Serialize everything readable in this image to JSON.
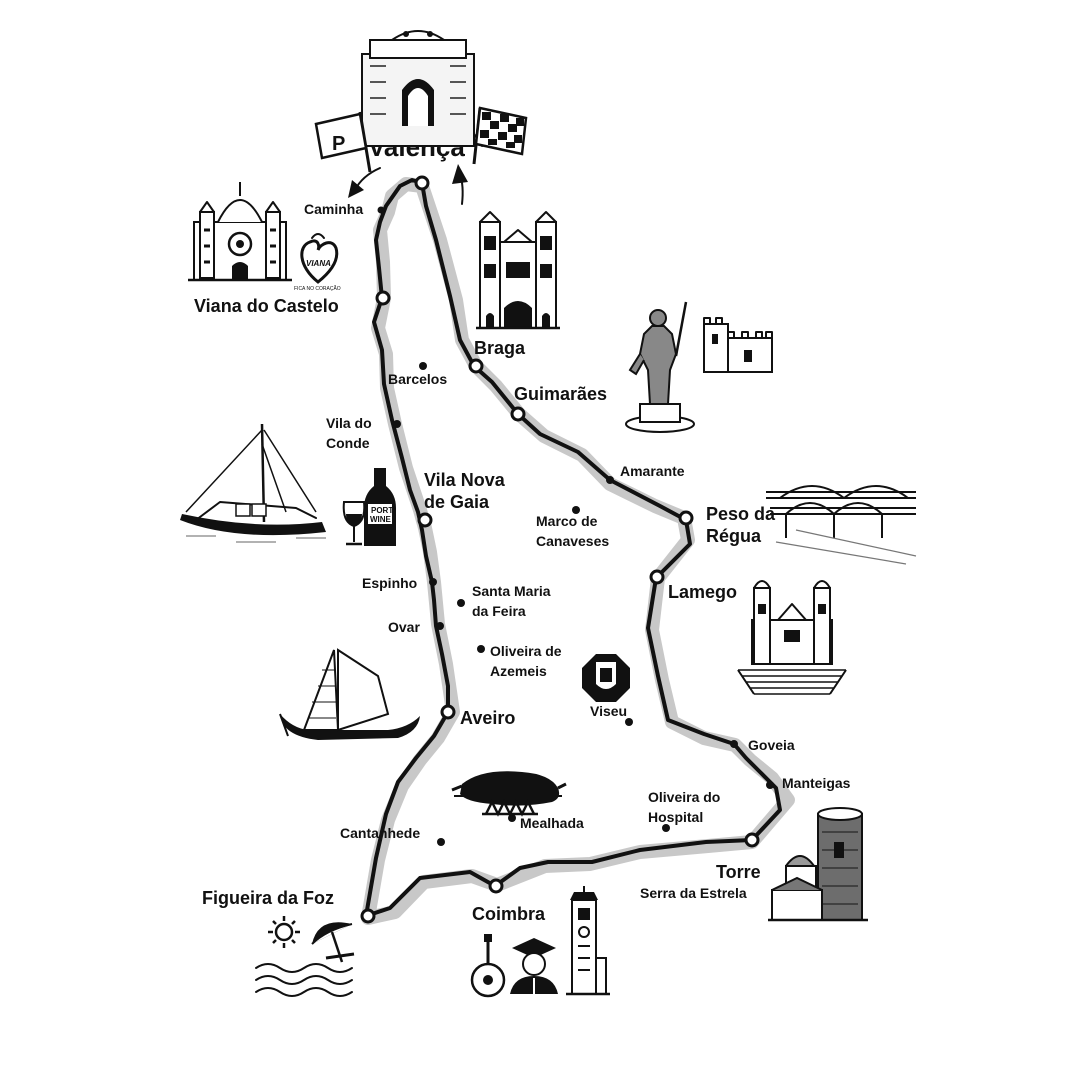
{
  "title": "Valença",
  "flags": {
    "start": "P",
    "finish": "checkered"
  },
  "route_colors": {
    "shadow": "#c8c8c8",
    "line": "#111111"
  },
  "stops_major": {
    "caminha": "Caminha",
    "viana": "Viana do Castelo",
    "braga": "Braga",
    "guimaraes": "Guimarães",
    "barcelos": "Barcelos",
    "vila_do_conde_1": "Vila do",
    "vila_do_conde_2": "Conde",
    "gaia_1": "Vila Nova",
    "gaia_2": "de Gaia",
    "amarante": "Amarante",
    "regua_1": "Peso da",
    "regua_2": "Régua",
    "marco_1": "Marco de",
    "marco_2": "Canaveses",
    "lamego": "Lamego",
    "espinho": "Espinho",
    "feira_1": "Santa Maria",
    "feira_2": "da Feira",
    "ovar": "Ovar",
    "azemeis_1": "Oliveira de",
    "azemeis_2": "Azemeis",
    "viseu": "Viseu",
    "aveiro": "Aveiro",
    "goveia": "Goveia",
    "manteigas": "Manteigas",
    "hospital_1": "Oliveira do",
    "hospital_2": "Hospital",
    "mealhada": "Mealhada",
    "cantanhede": "Cantanhede",
    "torre": "Torre",
    "serra": "Serra da Estrela",
    "figueira": "Figueira da Foz",
    "coimbra": "Coimbra"
  },
  "badges": {
    "port_wine_1": "PORT",
    "port_wine_2": "WINE",
    "viana_heart": "VIANA",
    "viana_heart_sub": "FICA NO CORAÇÃO"
  },
  "icons": [
    "fortress-gate-icon",
    "start-flag-icon",
    "finish-flag-icon",
    "basilica-icon",
    "viana-heart-icon",
    "braga-church-icon",
    "king-statue-icon",
    "castle-icon",
    "rabelo-boat-icon",
    "port-wine-bottle-icon",
    "wine-glass-icon",
    "regua-bridge-icon",
    "lamego-sanctuary-icon",
    "viseu-shield-icon",
    "moliceiro-boat-icon",
    "suckling-pig-icon",
    "torre-tower-icon",
    "sun-icon",
    "beach-umbrella-icon",
    "waves-icon",
    "guitar-icon",
    "graduate-icon",
    "university-tower-icon"
  ]
}
